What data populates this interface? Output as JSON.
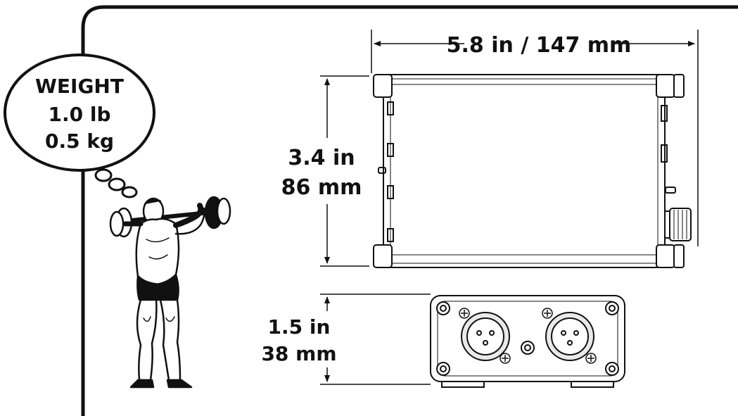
{
  "weight": {
    "title": "WEIGHT",
    "imperial": "1.0 lb",
    "metric": "0.5 kg"
  },
  "dimensions": {
    "width": "5.8 in / 147 mm",
    "height_in": "3.4 in",
    "height_mm": "86 mm",
    "depth_in": "1.5 in",
    "depth_mm": "38 mm"
  },
  "colors": {
    "ink": "#111111",
    "panel": "#ffffff",
    "shade": "#d9d9d9",
    "connector_fill": "#e9e9e9"
  },
  "icons": {
    "weightlifter": "weightlifter-figure-icon",
    "thought_bubble": "thought-bubble-icon",
    "xlr_connector": "xlr-connector-icon",
    "knob": "volume-knob-icon",
    "screw": "screw-icon"
  }
}
